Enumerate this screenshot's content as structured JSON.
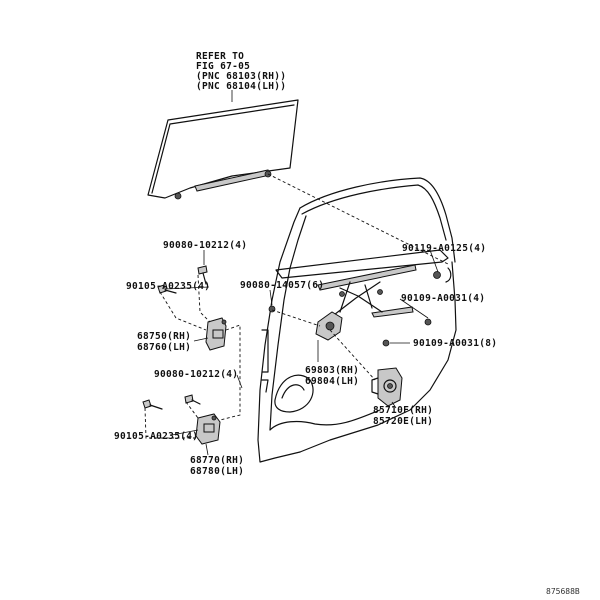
{
  "labels": {
    "refer_1": "REFER TO",
    "refer_2": "FIG 67-05",
    "refer_3": "(PNC 68103(RH))",
    "refer_4": "(PNC 68104(LH))",
    "bolt_upper": "90080-10212(4)",
    "bolt_upper_2": "90105-A0235(4)",
    "hinge_upper_rh": "68750(RH)",
    "hinge_upper_lh": "68760(LH)",
    "bolt_lower": "90080-10212(4)",
    "bolt_lower_2": "90105-A0235(4)",
    "hinge_lower_rh": "68770(RH)",
    "hinge_lower_lh": "68780(LH)",
    "regulator_bolt": "90080-14057(6)",
    "clip_1": "90119-A0125(4)",
    "clip_2": "90109-A0031(4)",
    "clip_3": "90109-A0031(8)",
    "regulator_rh": "69803(RH)",
    "regulator_lh": "69804(LH)",
    "motor_rh": "85710F(RH)",
    "motor_lh": "85720E(LH)",
    "figure_code": "875688B"
  }
}
